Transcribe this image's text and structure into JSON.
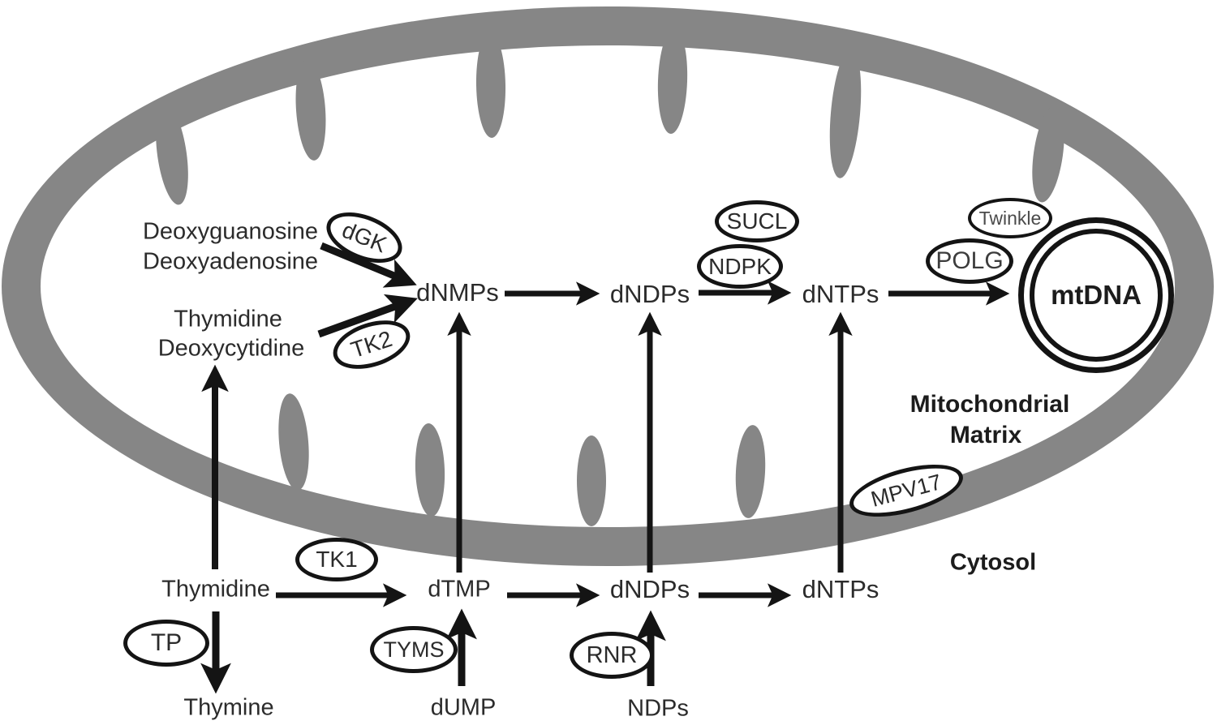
{
  "regions": {
    "matrix_line1": "Mitochondrial",
    "matrix_line2": "Matrix",
    "cytosol": "Cytosol"
  },
  "matrix_pathway": {
    "substrates_purine": [
      "Deoxyguanosine",
      "Deoxyadenosine"
    ],
    "substrates_pyrimidine": [
      "Thymidine",
      "Deoxycytidine"
    ],
    "nodes": [
      "dNMPs",
      "dNDPs",
      "dNTPs"
    ],
    "product": "mtDNA",
    "enzymes": {
      "dgk": "dGK",
      "tk2": "TK2",
      "sucl": "SUCL",
      "ndpk": "NDPK",
      "polg": "POLG",
      "twinkle": "Twinkle"
    }
  },
  "membrane": {
    "protein": "MPV17"
  },
  "cytosol_pathway": {
    "nodes": [
      "Thymidine",
      "dTMP",
      "dNDPs",
      "dNTPs"
    ],
    "enzymes": {
      "tk1": "TK1",
      "tp": "TP",
      "tyms": "TYMS",
      "rnr": "RNR"
    },
    "precursors": {
      "thymine": "Thymine",
      "dump": "dUMP",
      "ndps": "NDPs"
    }
  },
  "colors": {
    "membrane_gray": "#868686",
    "ink": "#141414",
    "text": "#2b2b2b"
  }
}
